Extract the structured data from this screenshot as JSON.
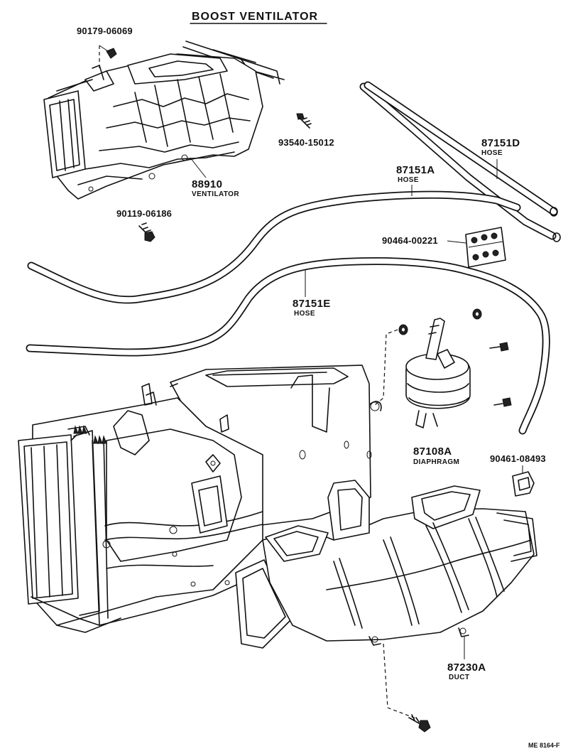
{
  "title": "BOOST  VENTILATOR",
  "code": "ME  8164-F",
  "parts": {
    "clip_top": {
      "number": "90179-06069"
    },
    "screw_a": {
      "number": "93540-15012"
    },
    "bolt_a": {
      "number": "90119-06186"
    },
    "ventilator": {
      "number": "88910",
      "desc": "VENTILATOR"
    },
    "hose_d": {
      "number": "87151D",
      "desc": "HOSE"
    },
    "hose_a": {
      "number": "87151A",
      "desc": "HOSE"
    },
    "clamp": {
      "number": "90464-00221"
    },
    "hose_e": {
      "number": "87151E",
      "desc": "HOSE"
    },
    "diaphragm": {
      "number": "87108A",
      "desc": "DIAPHRAGM"
    },
    "clip_b": {
      "number": "90461-08493"
    },
    "duct": {
      "number": "87230A",
      "desc": "DUCT"
    }
  }
}
